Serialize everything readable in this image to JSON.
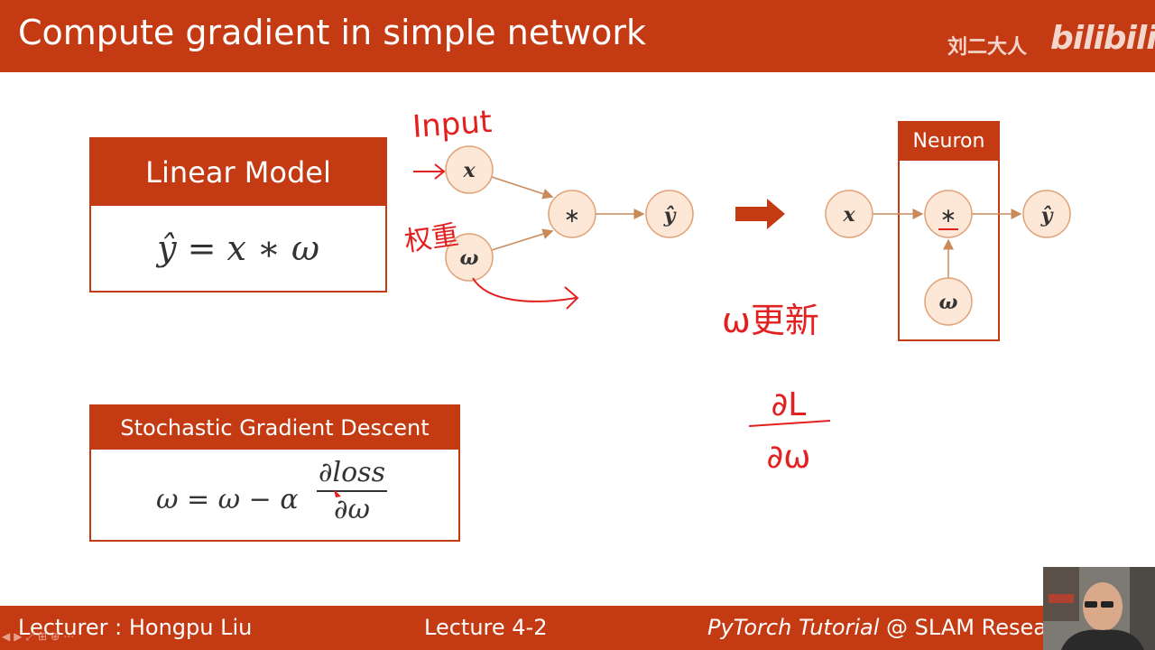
{
  "header": {
    "title": "Compute gradient in simple network",
    "brand_cn": "刘二大人",
    "logo": "bilibili"
  },
  "linear_model": {
    "title": "Linear Model",
    "formula": "ŷ = x ∗ ω"
  },
  "sgd": {
    "title": "Stochastic Gradient Descent",
    "formula_lhs": "ω = ω − α",
    "frac_num": "∂loss",
    "frac_den": "∂ω"
  },
  "graph_left": {
    "x_node": "x",
    "w_node": "ω",
    "mul_node": "∗",
    "y_node": "ŷ"
  },
  "graph_right": {
    "neuron_title": "Neuron",
    "x_node": "x",
    "mul_node": "∗",
    "w_node": "ω",
    "y_node": "ŷ"
  },
  "annotations": {
    "input": "Input",
    "weight_cn": "权重",
    "w_update": "ω更新",
    "dl_num": "∂L",
    "dl_den": "∂ω"
  },
  "footer": {
    "lecturer": "Lecturer : Hongpu Liu",
    "lecture_num": "Lecture 4-2",
    "brand_italic": "PyTorch Tutorial",
    "brand_rest": " @ SLAM Resear"
  },
  "colors": {
    "accent": "#c43a12",
    "node_fill": "#fde7d6",
    "node_stroke": "#e0a176",
    "ink": "#e32020"
  },
  "icons": [
    "playback-controls-icon"
  ]
}
